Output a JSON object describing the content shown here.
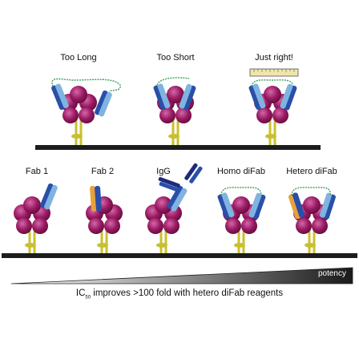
{
  "top_labels": [
    "Too Long",
    "Too Short",
    "Just right!"
  ],
  "bottom_labels": [
    "Fab 1",
    "Fab 2",
    "IgG",
    "Homo diFab",
    "Hetero diFab"
  ],
  "potency_label": "potency",
  "caption": {
    "ic": "IC",
    "ic_sub": "50",
    "text": " improves >100 fold with hetero diFab reagents"
  },
  "colors": {
    "receptor": "#9a1a63",
    "receptor_light": "#c9559a",
    "stalk": "#c8c030",
    "fab_blue": "#2a4fa8",
    "fab_light": "#7fb4e0",
    "fab_orange": "#e8a13a",
    "linker": "#3aa05a",
    "membrane": "#1c1c1c",
    "ruler": "#efe6a8"
  }
}
